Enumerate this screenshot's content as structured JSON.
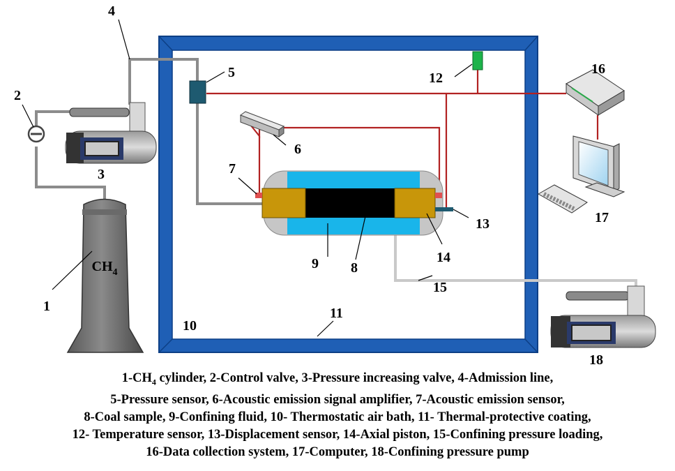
{
  "components": {
    "n1": "1",
    "n2": "2",
    "n3": "3",
    "n4": "4",
    "n5": "5",
    "n6": "6",
    "n7": "7",
    "n8": "8",
    "n9": "9",
    "n10": "10",
    "n11": "11",
    "n12": "12",
    "n13": "13",
    "n14": "14",
    "n15": "15",
    "n16": "16",
    "n17": "17",
    "n18": "18",
    "cylinder_label_main": "CH",
    "cylinder_label_sub": "4"
  },
  "legend": {
    "line1a": "1-CH",
    "line1sub": "4",
    "line1b": " cylinder, 2-Control valve, 3-Pressure increasing valve, 4-Admission line,",
    "line2": "5-Pressure sensor, 6-Acoustic emission signal amplifier, 7-Acoustic emission sensor,",
    "line3": "8-Coal sample, 9-Confining fluid,  10- Thermostatic air bath, 11- Thermal-protective coating,",
    "line4": "12- Temperature sensor, 13-Displacement sensor, 14-Axial piston, 15-Confining pressure loading,",
    "line5": "16-Data collection system, 17-Computer, 18-Confining pressure pump"
  },
  "colors": {
    "bath_border": "#1f5fb5",
    "signal_line": "#b22222",
    "gas_line": "#8c8c8c",
    "confining_fluid": "#19b5ea",
    "coal_sample": "#000000",
    "piston": "#c8960a",
    "temperature_sensor": "#1db34a",
    "pressure_sensor": "#1e5a70"
  }
}
